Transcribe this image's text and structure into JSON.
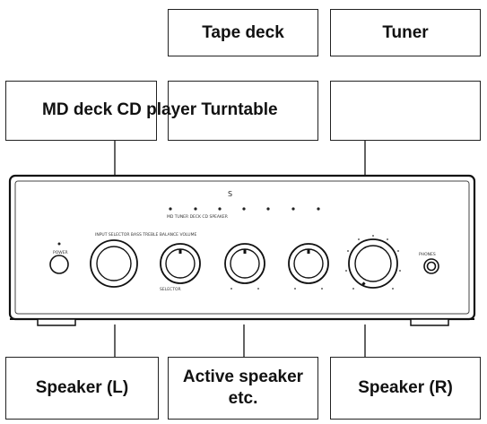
{
  "boxes": {
    "tape_deck": "Tape deck",
    "tuner": "Tuner",
    "source_row": "MD deck CD player Turntable",
    "speaker_left": "Speaker (L)",
    "active_speaker": "Active speaker etc.",
    "speaker_right": "Speaker (R)"
  },
  "device": {
    "top_mark": "S",
    "power_label": "POWER",
    "input_row_label": "MD TUNER DECK CD SPEAKER",
    "knob_row_label": "INPUT SELECTOR  BASS  TREBLE  BALANCE  VOLUME",
    "selector_sub_label": "SELECTOR",
    "phones_label": "PHONES"
  }
}
